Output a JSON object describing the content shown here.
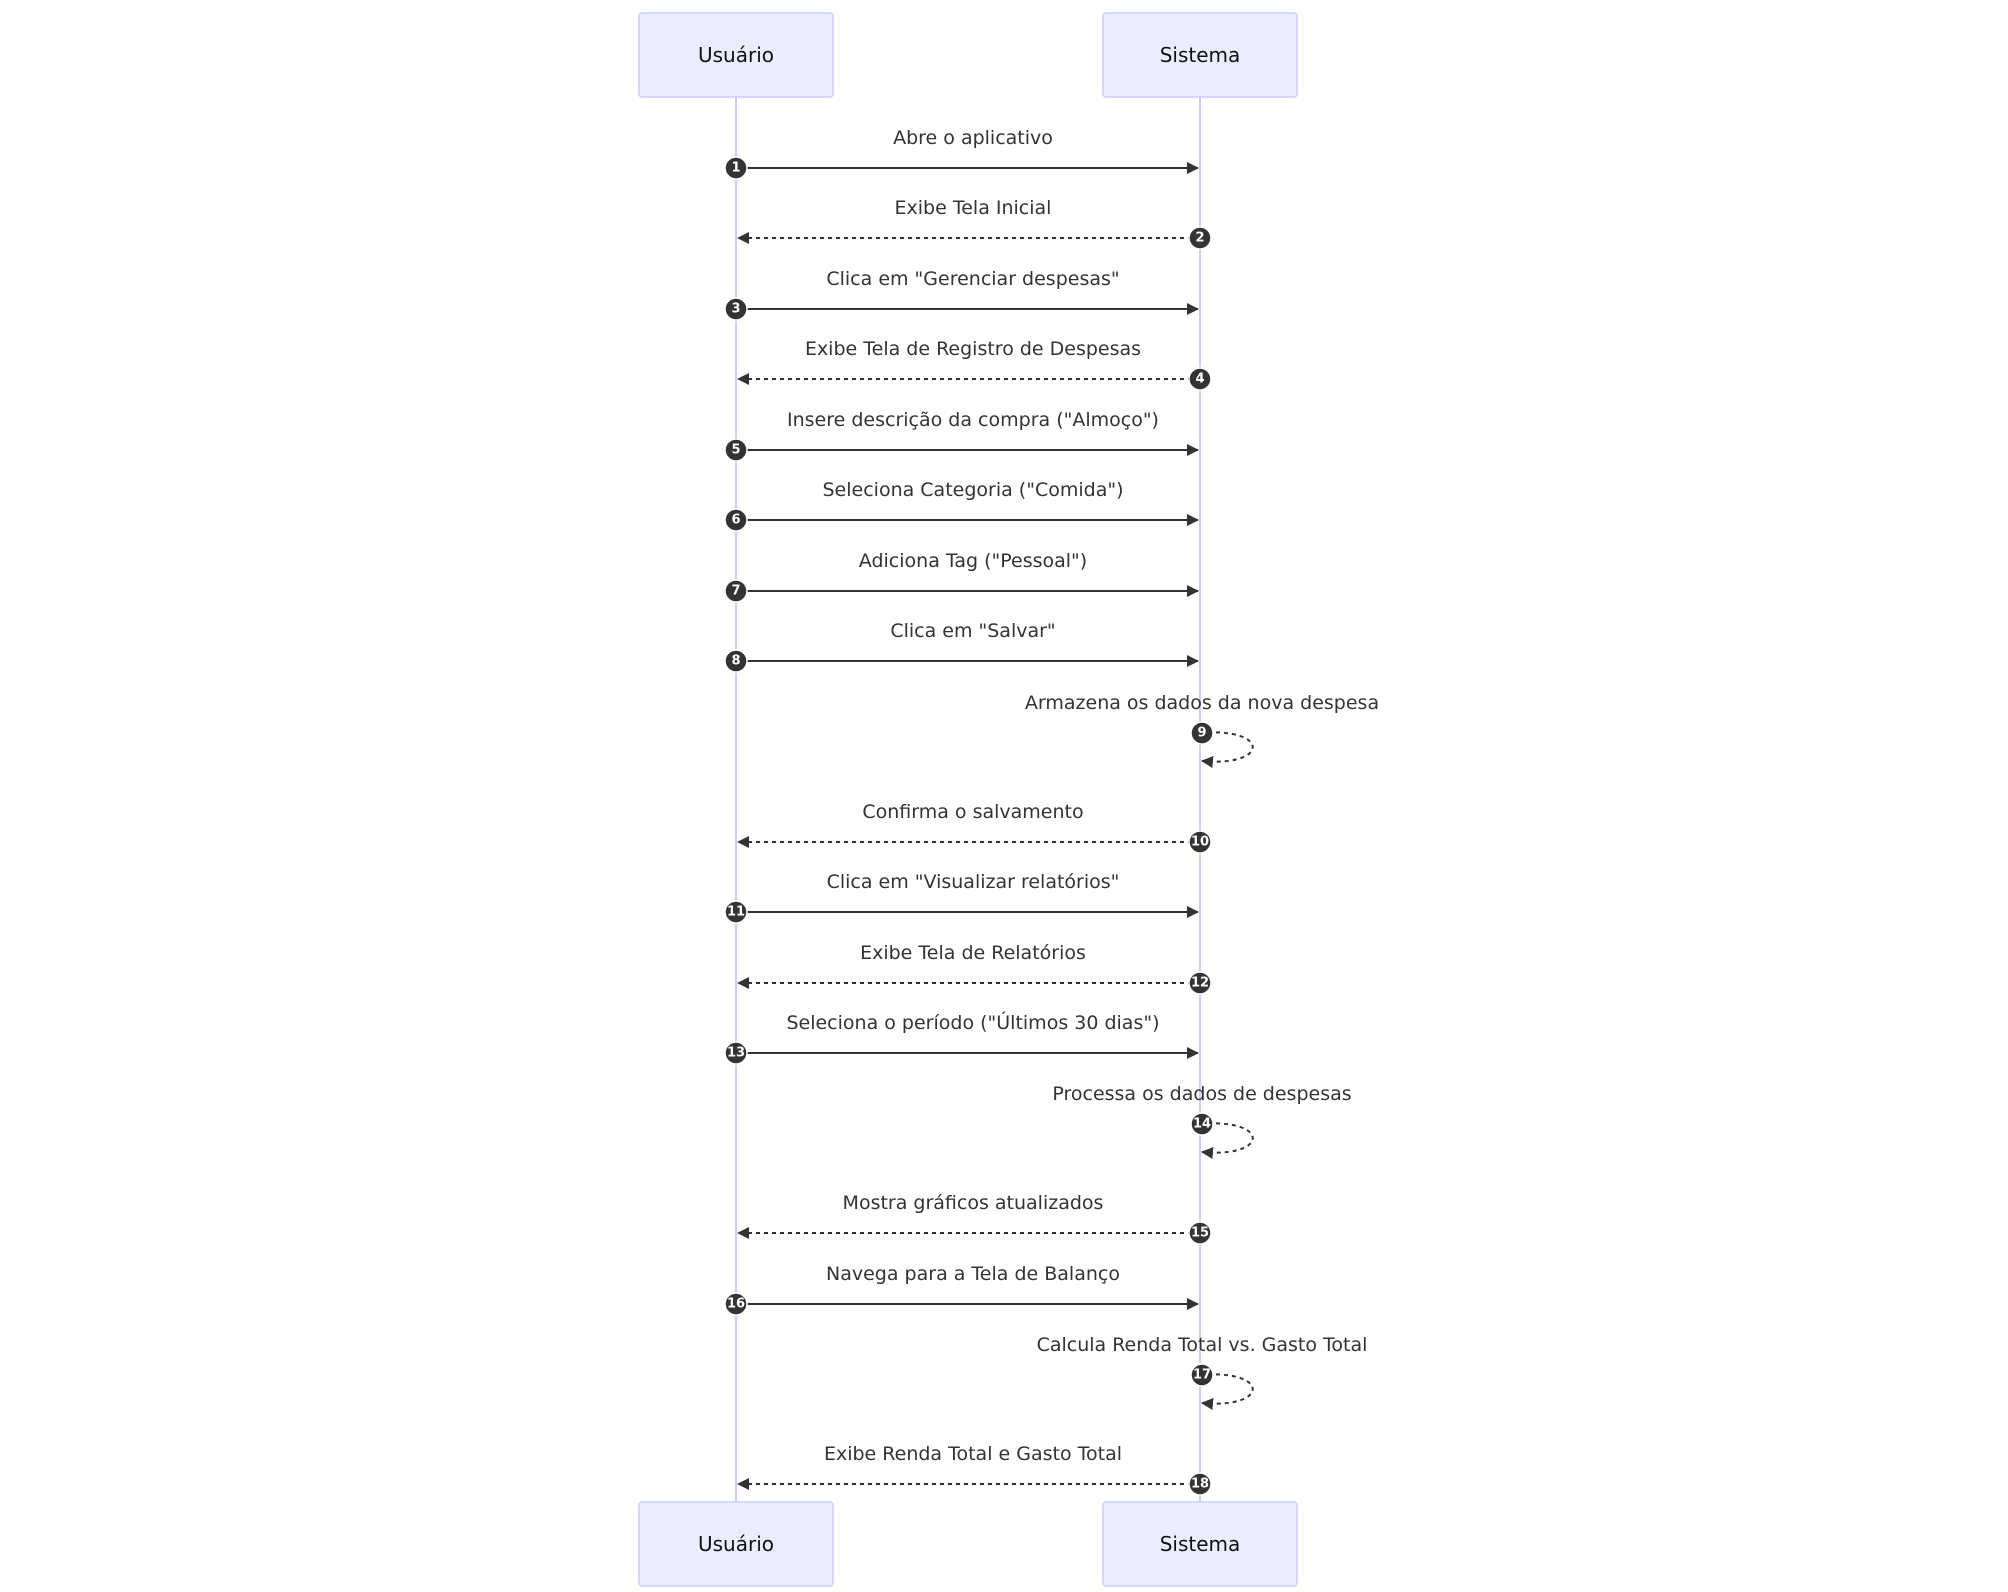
{
  "actors": [
    {
      "id": "user",
      "name": "Usuário"
    },
    {
      "id": "system",
      "name": "Sistema"
    }
  ],
  "messages": [
    {
      "n": "1",
      "from": "user",
      "to": "system",
      "text": "Abre o aplicativo",
      "style": "solid"
    },
    {
      "n": "2",
      "from": "system",
      "to": "user",
      "text": "Exibe Tela Inicial",
      "style": "dashed"
    },
    {
      "n": "3",
      "from": "user",
      "to": "system",
      "text": "Clica em \"Gerenciar despesas\"",
      "style": "solid"
    },
    {
      "n": "4",
      "from": "system",
      "to": "user",
      "text": "Exibe Tela de Registro de Despesas",
      "style": "dashed"
    },
    {
      "n": "5",
      "from": "user",
      "to": "system",
      "text": "Insere descrição da compra (\"Almoço\")",
      "style": "solid"
    },
    {
      "n": "6",
      "from": "user",
      "to": "system",
      "text": "Seleciona Categoria (\"Comida\")",
      "style": "solid"
    },
    {
      "n": "7",
      "from": "user",
      "to": "system",
      "text": "Adiciona Tag (\"Pessoal\")",
      "style": "solid"
    },
    {
      "n": "8",
      "from": "user",
      "to": "system",
      "text": "Clica em \"Salvar\"",
      "style": "solid"
    },
    {
      "n": "9",
      "from": "system",
      "to": "system",
      "text": "Armazena os dados da nova despesa",
      "style": "dashed"
    },
    {
      "n": "10",
      "from": "system",
      "to": "user",
      "text": "Confirma o salvamento",
      "style": "dashed"
    },
    {
      "n": "11",
      "from": "user",
      "to": "system",
      "text": "Clica em \"Visualizar relatórios\"",
      "style": "solid"
    },
    {
      "n": "12",
      "from": "system",
      "to": "user",
      "text": "Exibe Tela de Relatórios",
      "style": "dashed"
    },
    {
      "n": "13",
      "from": "user",
      "to": "system",
      "text": "Seleciona o período (\"Últimos 30 dias\")",
      "style": "solid"
    },
    {
      "n": "14",
      "from": "system",
      "to": "system",
      "text": "Processa os dados de despesas",
      "style": "dashed"
    },
    {
      "n": "15",
      "from": "system",
      "to": "user",
      "text": "Mostra gráficos atualizados",
      "style": "dashed"
    },
    {
      "n": "16",
      "from": "user",
      "to": "system",
      "text": "Navega para a Tela de Balanço",
      "style": "solid"
    },
    {
      "n": "17",
      "from": "system",
      "to": "system",
      "text": "Calcula Renda Total vs. Gasto Total",
      "style": "dashed"
    },
    {
      "n": "18",
      "from": "system",
      "to": "user",
      "text": "Exibe Renda Total e Gasto Total",
      "style": "dashed"
    }
  ],
  "colors": {
    "actor_fill": "#ececff",
    "actor_stroke": "#ccccff",
    "lifeline": "#ccccff",
    "line": "#333333",
    "badge": "#333333"
  }
}
